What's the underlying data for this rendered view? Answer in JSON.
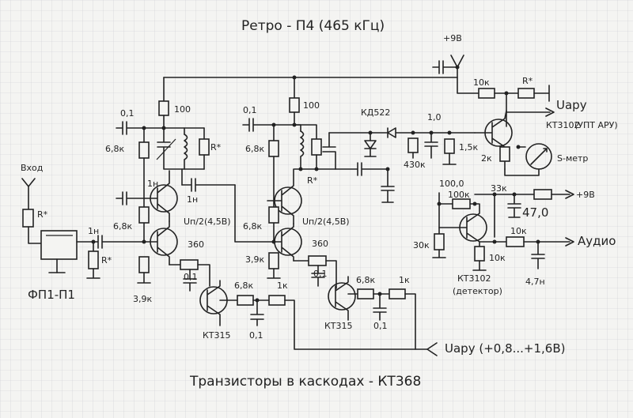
{
  "title": "Ретро - П4 (465 кГц)",
  "footer": "Транзисторы в каскодах - КТ368",
  "terminals": {
    "input": "Вход",
    "filter": "ФП1-П1",
    "supply_top": "+9В",
    "supply_right": "+9В",
    "agc_out": "Uару",
    "agc_note": "(УПТ АРУ)",
    "audio": "Аудио",
    "s_meter": "S-метр",
    "agc_in": "Uару (+0,8...+1,6В)"
  },
  "labels": {
    "c1": "0,1",
    "c1n_in": "1н",
    "r_in": "R*",
    "r_star_in2": "R*",
    "r100_1": "100",
    "r68k_1": "6,8к",
    "rstar_1": "R*",
    "c1n_a": "1н",
    "c1n_b": "1н",
    "r68k_2": "6,8к",
    "bias1": "Uп/2(4,5В)",
    "r360_1": "360",
    "r39k_1": "3,9к",
    "c01_e1": "0,1",
    "r68k_b1": "6,8к",
    "r1k_b1": "1к",
    "c01_b1": "0,1",
    "kt315_1": "КТ315",
    "c01_2": "0,1",
    "r100_2": "100",
    "r68k_3": "6,8к",
    "rstar_2": "R*",
    "r68k_4": "6,8к",
    "bias2": "Uп/2(4,5В)",
    "r360_2": "360",
    "r39k_2": "3,9к",
    "c01_e2": "0,1",
    "r68k_b2": "6,8к",
    "r1k_b2": "1к",
    "c01_b2": "0,1",
    "kt315_2": "КТ315",
    "diode": "КД522",
    "c10": "1,0",
    "r430k": "430к",
    "r15k": "1,5к",
    "r10k_top": "10к",
    "rstar_top": "R*",
    "kt3102_a": "КТ3102",
    "r2k": "2к",
    "c100": "100,0",
    "r33k": "33к",
    "c470": "47,0",
    "r100k": "100к",
    "r30k": "30к",
    "r10k_a": "10к",
    "r10k_b": "10к",
    "c47n": "4,7н",
    "kt3102_b": "КТ3102",
    "detector": "(детектор)"
  }
}
